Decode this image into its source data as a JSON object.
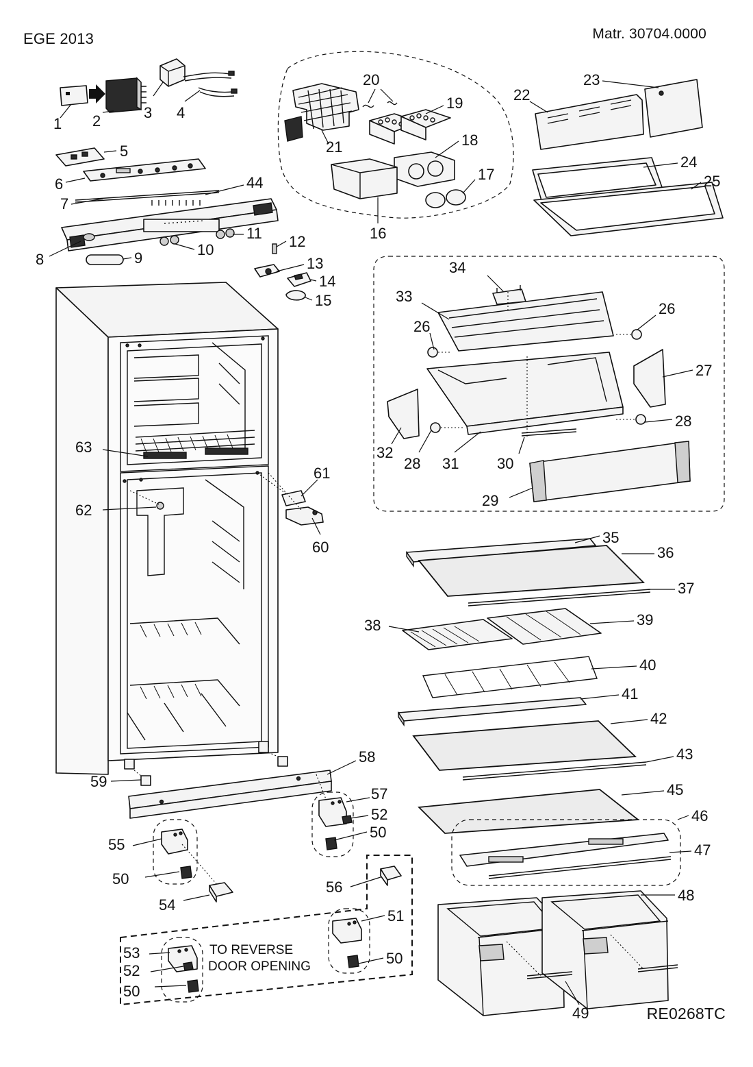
{
  "header": {
    "model": "EGE 2013",
    "material_number": "Matr. 30704.0000",
    "reference": "RE0268TC"
  },
  "note": {
    "line1": "TO REVERSE",
    "line2": "DOOR OPENING"
  },
  "callouts": {
    "n1": "1",
    "n2": "2",
    "n3": "3",
    "n4": "4",
    "n5": "5",
    "n6": "6",
    "n7": "7",
    "n8": "8",
    "n9": "9",
    "n10": "10",
    "n11": "11",
    "n12": "12",
    "n13": "13",
    "n14": "14",
    "n15": "15",
    "n16": "16",
    "n17": "17",
    "n18": "18",
    "n19": "19",
    "n20": "20",
    "n21": "21",
    "n22": "22",
    "n23": "23",
    "n24": "24",
    "n25": "25",
    "n26": "26",
    "n27": "27",
    "n28": "28",
    "n29": "29",
    "n30": "30",
    "n31": "31",
    "n32": "32",
    "n33": "33",
    "n34": "34",
    "n35": "35",
    "n36": "36",
    "n37": "37",
    "n38": "38",
    "n39": "39",
    "n40": "40",
    "n41": "41",
    "n42": "42",
    "n43": "43",
    "n44": "44",
    "n45": "45",
    "n46": "46",
    "n47": "47",
    "n48": "48",
    "n49": "49",
    "n50": "50",
    "n51": "51",
    "n52": "52",
    "n53": "53",
    "n54": "54",
    "n55": "55",
    "n56": "56",
    "n57": "57",
    "n58": "58",
    "n59": "59",
    "n60": "60",
    "n61": "61",
    "n62": "62",
    "n63": "63"
  }
}
